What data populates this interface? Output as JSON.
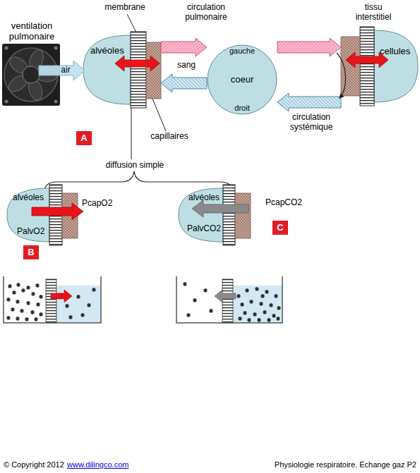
{
  "diagram": {
    "nodes": [
      {
        "text": [
          "alvéoles"
        ]
      },
      {
        "text": [
          "gauche",
          "coeur",
          "droit"
        ]
      },
      {
        "text": [
          "tissu interstitiel",
          "cellules"
        ]
      },
      {
        "text": [
          "A"
        ]
      },
      {
        "text": [
          "alvéoles",
          "PalvO2"
        ]
      },
      {
        "text": [
          "B"
        ]
      },
      {
        "text": [
          "alvéoles",
          "PalvCO2"
        ]
      },
      {
        "text": [
          "C"
        ]
      }
    ],
    "edges": [
      {
        "from": 0,
        "to": 1,
        "arrow": "to"
      },
      {
        "from": 1,
        "to": 2,
        "arrow": "to"
      },
      {
        "from": 2,
        "to": 1,
        "arrow": "to"
      },
      {
        "from": 1,
        "to": 0,
        "arrow": "to"
      }
    ],
    "labels": [
      "ventilation pulmonaire",
      "membrane",
      "circulation pulmonaire",
      "air",
      "sang",
      "capillaires",
      "circulation systémique",
      "diffusion simple",
      "PcapO2",
      "PcapCO2",
      "© Copyright 2012",
      "www.dilingco.com",
      "Physiologie respiratoire. Échange gaz P2"
    ]
  }
}
